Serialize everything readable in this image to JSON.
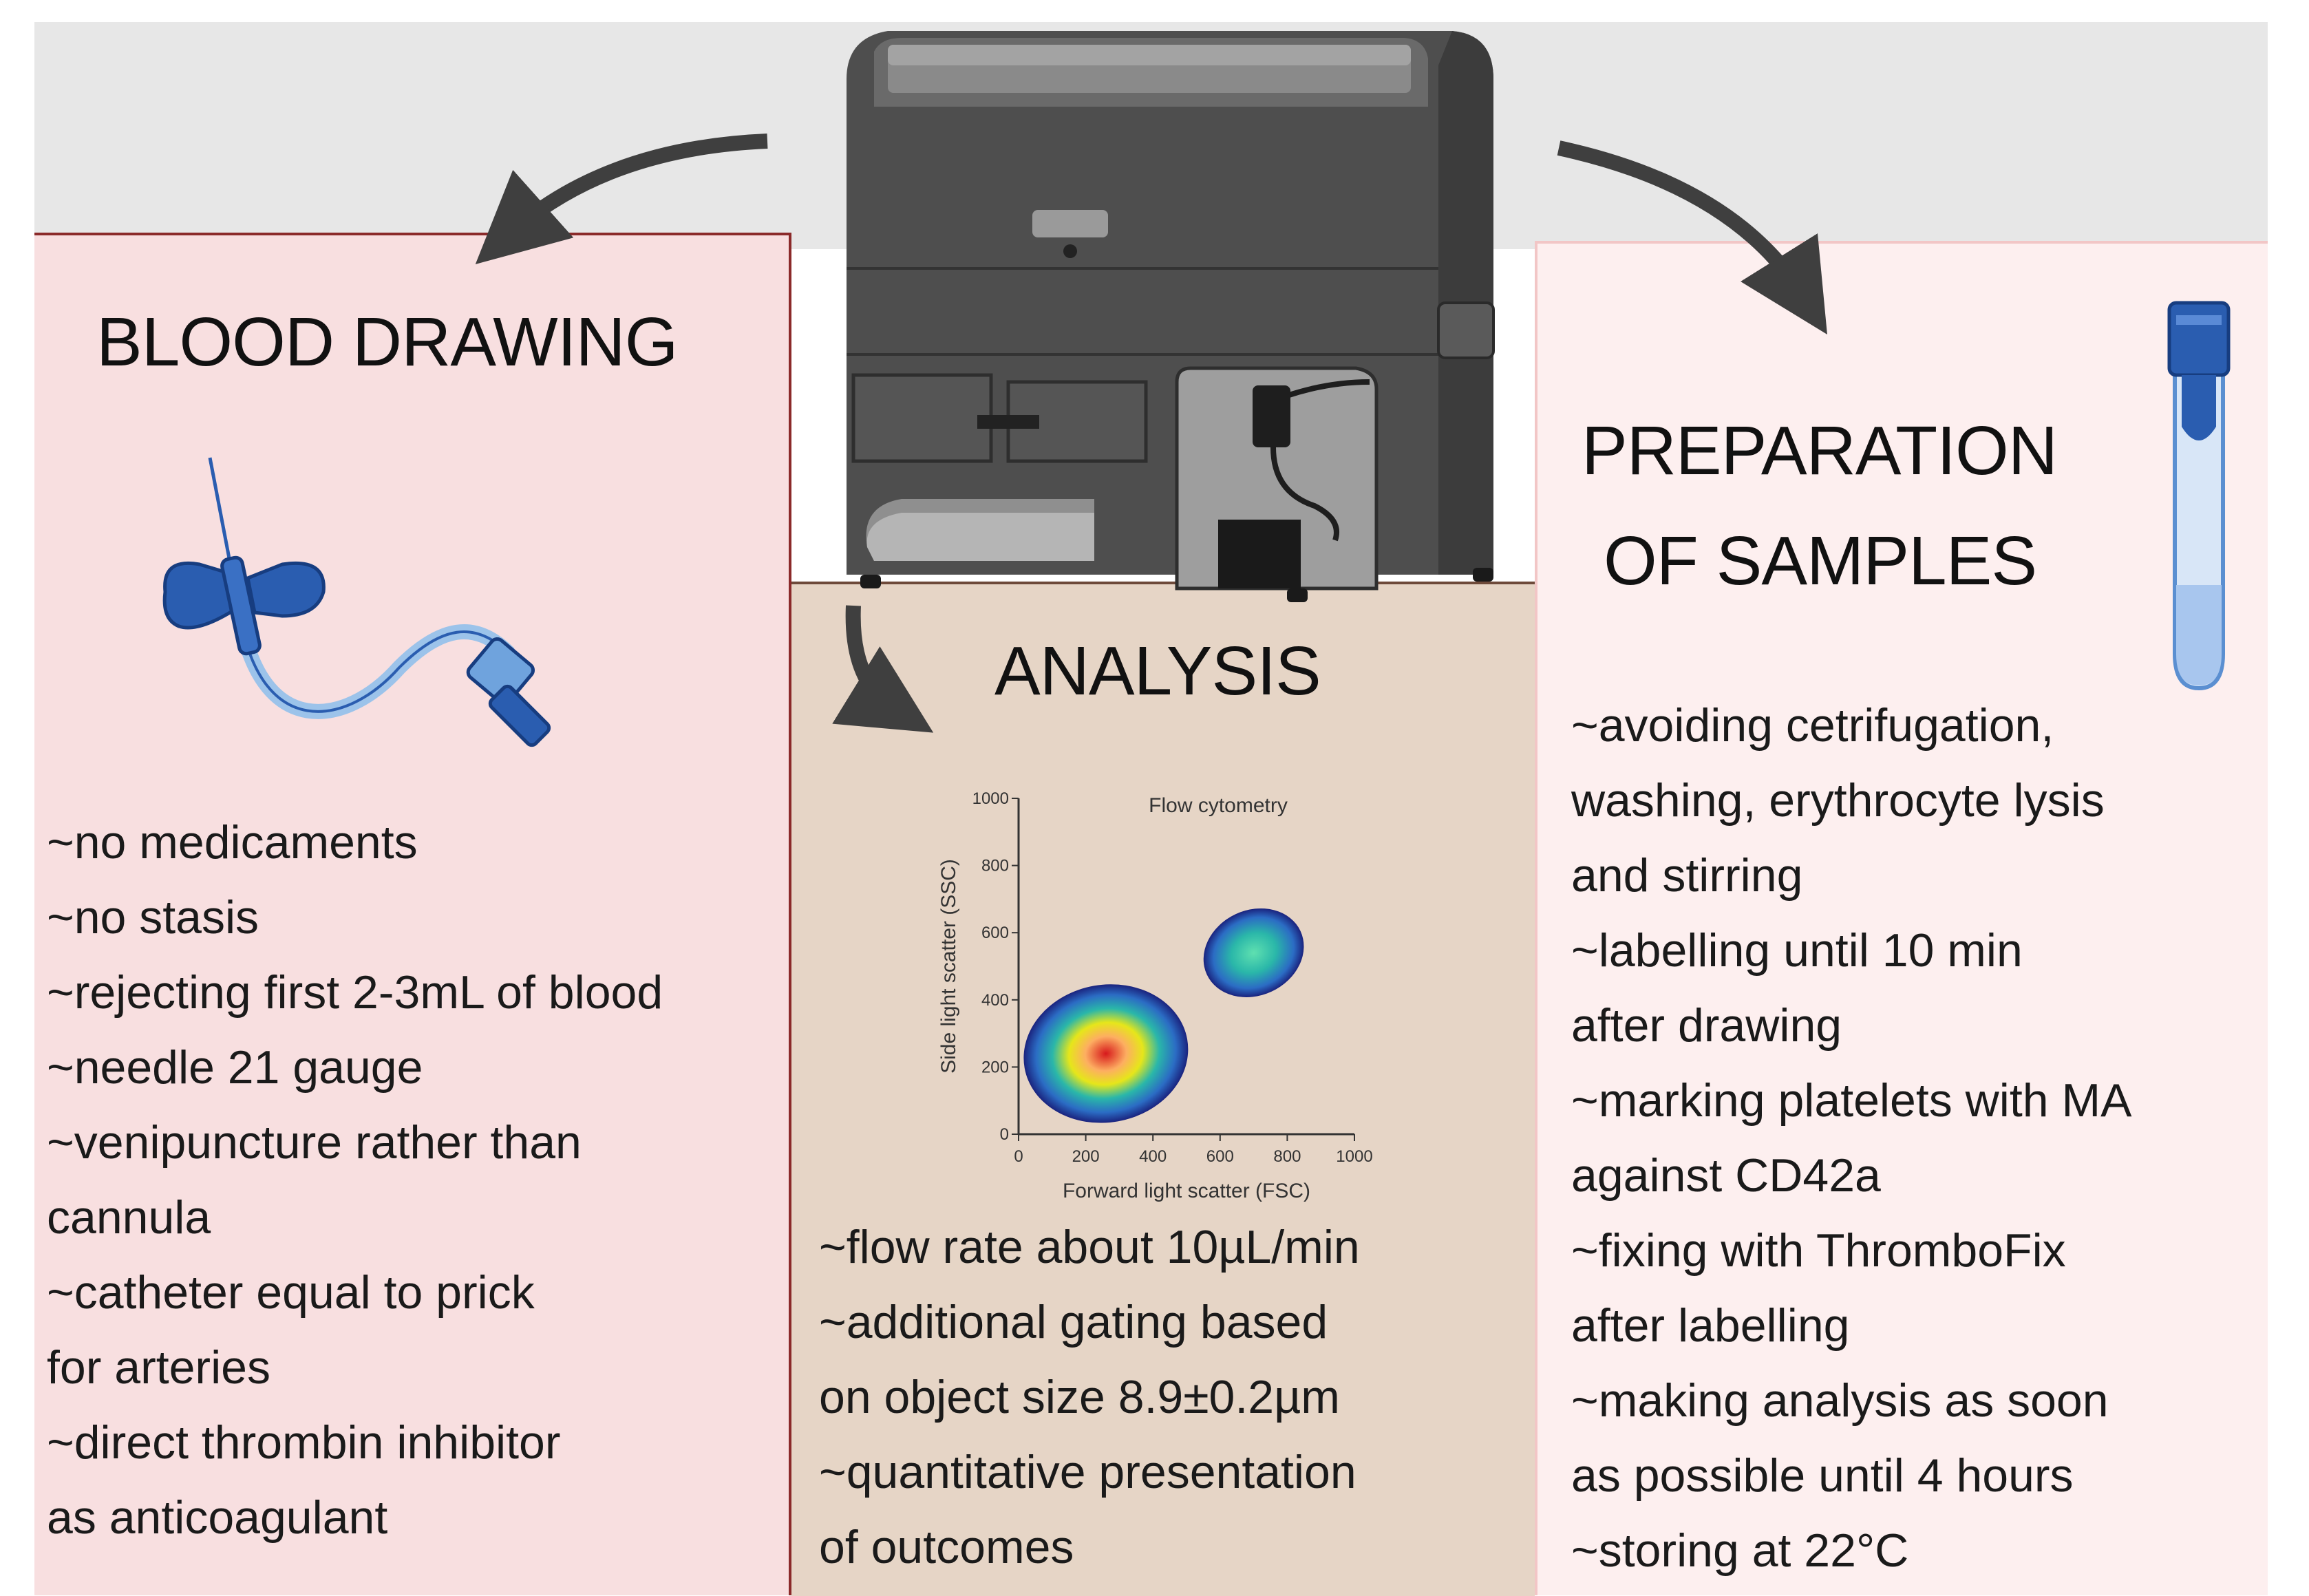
{
  "panels": {
    "blood": {
      "title": "BLOOD DRAWING",
      "lines": [
        "~no medicaments",
        "~no stasis",
        "~rejecting first 2-3mL of blood",
        "~needle 21 gauge",
        "~venipuncture rather than",
        "cannula",
        "~catheter equal to prick",
        "for arteries",
        "~direct thrombin inhibitor",
        "as anticoagulant"
      ]
    },
    "analysis": {
      "title": "ANALYSIS",
      "lines": [
        "~flow rate about 10µL/min",
        "~additional gating based",
        "on object size 8.9±0.2µm",
        "~quantitative presentation",
        "of outcomes"
      ]
    },
    "prep": {
      "title_line1": "PREPARATION",
      "title_line2": "OF SAMPLES",
      "lines": [
        "~avoiding cetrifugation,",
        "washing, erythrocyte lysis",
        "and stirring",
        "~labelling until 10 min",
        "after drawing",
        "~marking platelets with MA",
        "against CD42a",
        "~fixing with ThromboFix",
        "after labelling",
        "~making analysis as soon",
        "as possible until 4 hours",
        "~storing at 22°C"
      ]
    }
  },
  "chart_data": {
    "type": "scatter",
    "title": "Flow cytometry",
    "xlabel": "Forward light scatter (FSC)",
    "ylabel": "Side light scatter (SSC)",
    "xlim": [
      0,
      1000
    ],
    "ylim": [
      0,
      1000
    ],
    "xticks": [
      "0",
      "200",
      "400",
      "600",
      "800",
      "1000"
    ],
    "yticks": [
      "0",
      "200",
      "400",
      "600",
      "800",
      "1000"
    ],
    "populations": [
      {
        "center_x": 260,
        "center_y": 240
      },
      {
        "center_x": 700,
        "center_y": 540
      }
    ]
  },
  "icons": {
    "machine": "flow-cytometer-icon",
    "needle": "butterfly-needle-icon",
    "tube": "test-tube-icon",
    "arrow": "curved-arrow-icon"
  },
  "colors": {
    "blood_panel": "#f8dfe0",
    "analysis_panel": "#e6d5c6",
    "prep_panel": "#fdefef",
    "arrow": "#3f3f3f",
    "device_blue": "#2a5db0"
  }
}
